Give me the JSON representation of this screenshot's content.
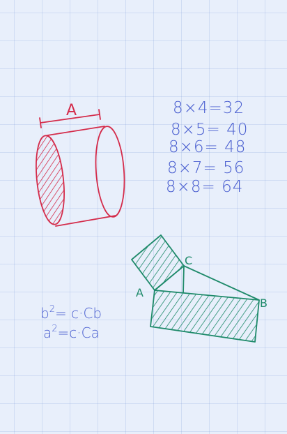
{
  "cylinder": {
    "label": "A"
  },
  "multiplication": [
    "8×4=32",
    "8×5= 40",
    "8×6= 48",
    "8×7= 56",
    "8×8= 64"
  ],
  "formulas": {
    "line1": {
      "base": "b",
      "exp": "2",
      "rest": "= c·Cb"
    },
    "line2": {
      "base": "a",
      "exp": "2",
      "rest": "=c·Ca"
    }
  },
  "triangle": {
    "labels": {
      "a": "A",
      "b": "B",
      "c": "C"
    }
  },
  "colors": {
    "red": "#d42b4a",
    "blue": "#4a5fd0",
    "green": "#1e8a6a"
  }
}
